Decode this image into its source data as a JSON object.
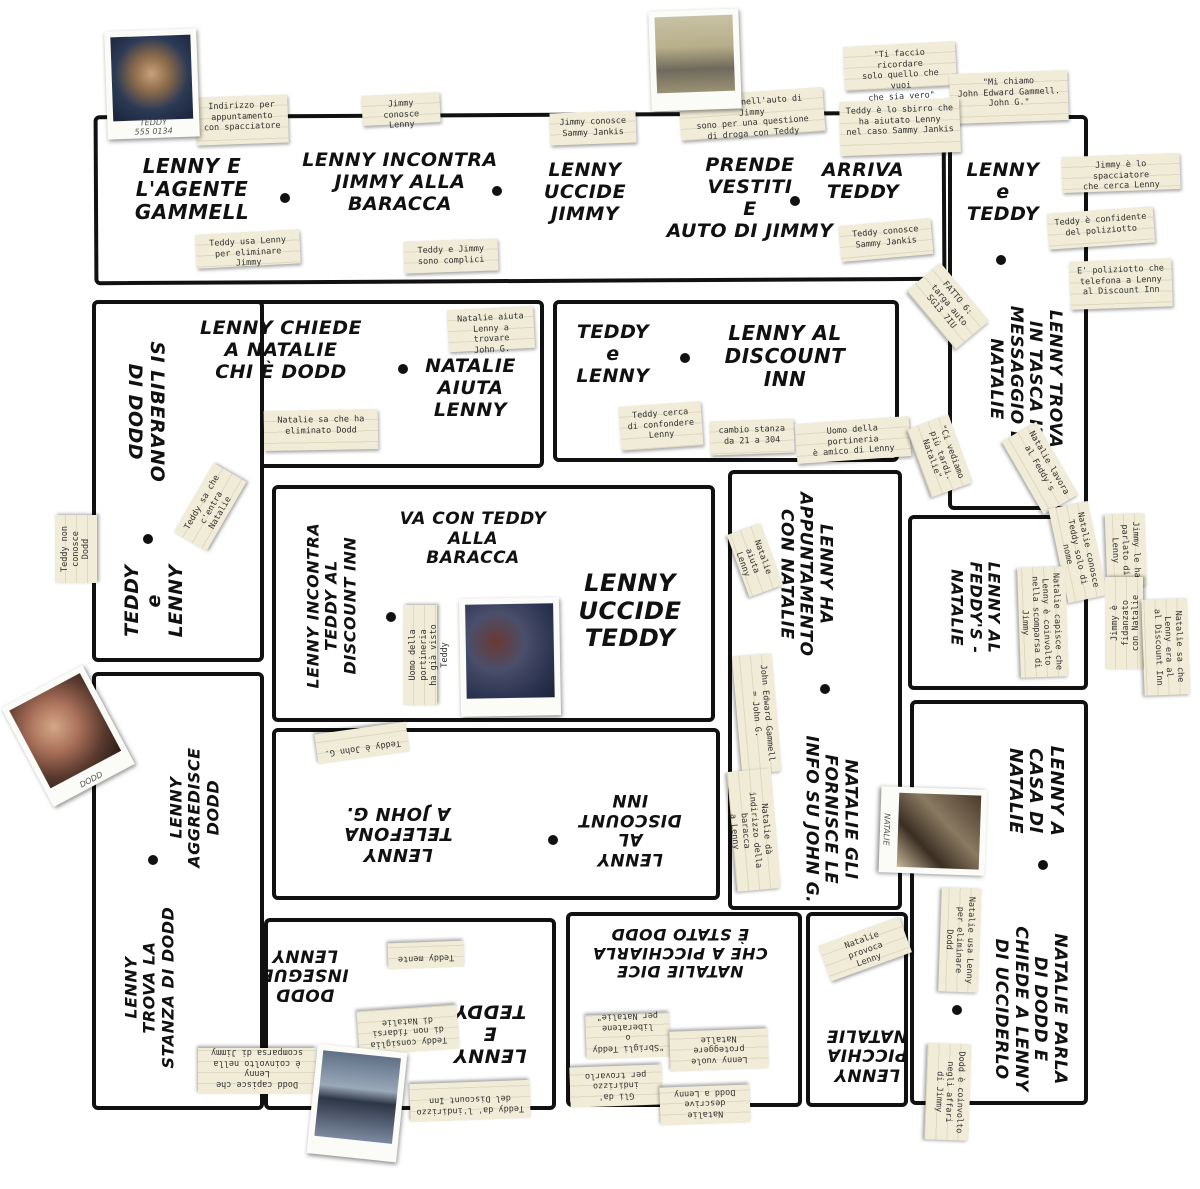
{
  "panels": {
    "p1": {
      "scenes": {
        "s1": "LENNY E\nL'AGENTE\nGAMMELL",
        "s2": "LENNY INCONTRA\nJIMMY ALLA\nBARACCA",
        "s3": "LENNY\nUCCIDE\nJIMMY",
        "s4": "PRENDE\nVESTITI\nE\nAUTO DI JIMMY",
        "s5": "ARRIVA\nTEDDY"
      },
      "notes": {
        "n1": "Indirizzo per\nappuntamento\ncon spacciatore",
        "n2": "Jimmy conosce\nLenny",
        "n3": "Jimmy conosce\nSammy Jankis",
        "n4": "I soldi nell'auto di Jimmy\nsono per una questione\ndi droga con Teddy",
        "n5": "Teddy usa Lenny\nper eliminare Jimmy",
        "n6": "Teddy e Jimmy\nsono complici",
        "n7": "Teddy conosce\nSammy Jankis"
      }
    },
    "p2": {
      "scenes": {
        "s1": "LENNY\ne\nTEDDY",
        "s2": "LENNY TROVA\nIN TASCA IL\nMESSAGGIO DI\nNATALIE"
      },
      "notes": {
        "n1": "\"Ti faccio ricordare\nsolo quello che vuoi\nche sia vero\"",
        "n2": "\"Mi chiamo\nJohn Edward Gammell.\nJohn G.\"",
        "n3": "Teddy è lo sbirro che\nha aiutato Lenny\nnel caso Sammy Jankis",
        "n4": "Jimmy è lo spacciatore\nche cerca Lenny",
        "n5": "Teddy è confidente\ndel poliziotto",
        "n6": "E' poliziotto che\ntelefona a Lenny\nal Discount Inn",
        "n7": "FATTO 6:\ntarga auto\nSG13 7IU"
      }
    },
    "p3": {
      "scenes": {
        "s1": "LENNY CHIEDE\nA NATALIE\nCHI È DODD",
        "s2": "NATALIE\nAIUTA\nLENNY"
      },
      "notes": {
        "n1": "Natalie aiuta\nLenny a trovare\nJohn G.",
        "n2": "Natalie sa che ha\neliminato Dodd"
      }
    },
    "p4": {
      "scenes": {
        "s1": "TEDDY\ne\nLENNY",
        "s2": "LENNY AL\nDISCOUNT\nINN"
      },
      "notes": {
        "n1": "Teddy cerca\ndi confondere\nLenny",
        "n2": "cambio stanza\nda 21 a 304",
        "n3": "Uomo della portineria\nè amico di Lenny"
      }
    },
    "p5": {
      "scenes": {
        "s1": "SI LIBERANO\nDI DODD",
        "s2": "TEDDY\ne\nLENNY"
      },
      "notes": {
        "n1": "Teddy non\nconosce Dodd",
        "n2": "Teddy sa che\nc'entra Natalie"
      }
    },
    "p6": {
      "scenes": {
        "s1": "LENNY INCONTRA\nTEDDY AL\nDISCOUNT INN",
        "s2": "VA CON TEDDY\nALLA\nBARACCA",
        "s3": "LENNY\nUCCIDE\nTEDDY"
      },
      "notes": {
        "n1": "Uomo della portineria\nha già visto Teddy"
      }
    },
    "p7": {
      "scenes": {
        "s1": "LENNY HA\nAPPUNTAMENTO\nCON NATALIE",
        "s2": "NATALIE GLI\nFORNISCE LE\nINFO SU JOHN G."
      },
      "notes": {
        "n1": "Natalie aiuta\nLenny",
        "n2": "John Edward Gammell\n= John G.",
        "n3": "Natalie dà\nindirizzo della baracca\na Lenny"
      }
    },
    "p8": {
      "scenes": {
        "s1": "LENNY AL\nFEDDY'S -\nNATALIE"
      },
      "notes": {
        "n1": "\"Ci vediamo\npiù tardi.\nNatalie\"",
        "n2": "Natalie lavora\nal Feddy's",
        "n3": "Jimmy le ha\nparlato di Lenny",
        "n4": "Natalie conosce\nTeddy solo di nome",
        "n5": "Natalie capisce che\nLenny è coinvolto\nnella scomparsa di Jimmy",
        "n6": "Jimmy è fidanzato\ncon Natalie",
        "n7": "Natalie sa che\nLenny era al\nal Discount Inn"
      }
    },
    "p9": {
      "scenes": {
        "s1": "LENNY\nTELEFONA\nA JOHN G.",
        "s2": "LENNY\nAL\nDISCOUNT\nINN"
      },
      "notes": {
        "n1": "Teddy è John G."
      }
    },
    "p10": {
      "scenes": {
        "s1": "LENNY A\nCASA DI\nNATALIE",
        "s2": "NATALIE PARLA\nDI DODD E\nCHIEDE A LENNY\nDI UCCIDERLO"
      },
      "notes": {
        "n1": "Natalie usa Lenny\nper eliminare Dodd",
        "n2": "Natalie provoca\nLenny",
        "n3": "Dodd è coinvolto\nnegli affari\ndi Jimmy"
      }
    },
    "p11": {
      "scenes": {
        "s1": "LENNY AGGREDISCE\nDODD",
        "s2": "LENNY\nTROVA LA\nSTANZA DI DODD"
      },
      "notes": {
        "n1": "Dodd capisce che Lenny\nè coinvolto nella\nscomparsa di Jimmy"
      }
    },
    "p12": {
      "scenes": {
        "s1": "DODD\nINSEGUE\nLENNY",
        "s2": "LENNY\nE\nTEDDY"
      },
      "notes": {
        "n1": "Teddy mente",
        "n2": "Teddy consiglia\ndi non fidarsi\ndi Natalie",
        "n3": "Teddy da' l'indirizzo\ndel Discount Inn"
      }
    },
    "p13": {
      "scenes": {
        "s1": "NATALIE DICE\nCHE A PICCHIARLA\nÈ STATO DODD",
        "s2": "LENNY\nPICCHIA\nNATALIE"
      },
      "notes": {
        "n1": "\"Sbrigli Teddy o\nliberatene\nper Natalie\"",
        "n2": "Lenny vuole\nproteggere Natalie",
        "n3": "Gli da' indirizzo\nper trovarlo",
        "n4": "Natalie descrive\nDodd a Lenny"
      }
    }
  },
  "photos": {
    "ph1": {
      "caption": "TEDDY\n555 0134"
    },
    "ph2": {
      "caption": ""
    },
    "ph3": {
      "caption": ""
    },
    "ph4": {
      "caption": "DODD"
    },
    "ph5": {
      "caption": "NATALIE"
    },
    "ph6": {
      "caption": ""
    }
  },
  "colors": {
    "ink": "#111111",
    "note_paper": "#f1ecd7",
    "polaroid_frame": "#fbfbf8"
  }
}
